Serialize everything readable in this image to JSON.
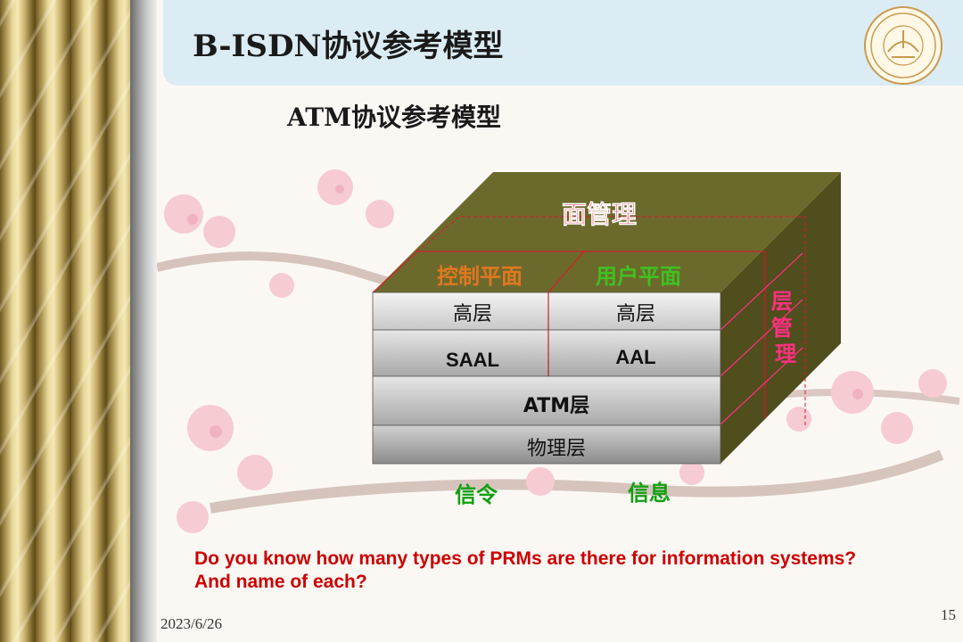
{
  "slide": {
    "title": "B-ISDN协议参考模型",
    "subtitle": "ATM协议参考模型",
    "question": "Do you know how many types of PRMs are there for information systems? And name of each?",
    "date": "2023/6/26",
    "page_number": "15"
  },
  "diagram": {
    "plane_management": "面管理",
    "layer_management": "层管理",
    "control_plane": "控制平面",
    "user_plane": "用户平面",
    "layers": {
      "higher_control": "高层",
      "higher_user": "高层",
      "saal": "SAAL",
      "aal": "AAL",
      "atm": "ATM层",
      "physical": "物理层"
    },
    "signaling_label": "信令",
    "information_label": "信息"
  },
  "colors": {
    "cube_top": "#6b6a2c",
    "cube_side": "#4f4e1c",
    "layer_gray": "#d8d8d8",
    "plane_mgmt_red": "#e8102c",
    "control_orange": "#e07820",
    "user_green": "#40c020",
    "layer_mgmt_pink": "#ff3080",
    "bottom_label_green": "#10a010",
    "question_red": "#cc0000",
    "title_band": "#dcecf4"
  },
  "icons": [
    "university-seal-icon",
    "cherry-blossom-decoration"
  ]
}
